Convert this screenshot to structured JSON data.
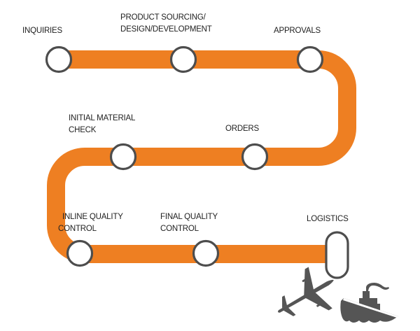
{
  "title": "Process flow",
  "colors": {
    "track": "#EE7F22",
    "station_stroke": "#4D4D4D",
    "station_fill": "#FFFFFF",
    "label": "#222222",
    "icon": "#555555"
  },
  "steps": [
    {
      "id": "inquiries",
      "lines": [
        "INQUIRIES"
      ]
    },
    {
      "id": "product-sourcing",
      "lines": [
        "PRODUCT SOURCING/",
        "DESIGN/DEVELOPMENT"
      ]
    },
    {
      "id": "approvals",
      "lines": [
        "APPROVALS"
      ]
    },
    {
      "id": "orders",
      "lines": [
        "ORDERS"
      ]
    },
    {
      "id": "initial-material-check",
      "lines": [
        "INITIAL MATERIAL",
        "CHECK"
      ]
    },
    {
      "id": "inline-quality-control",
      "lines": [
        "INLINE QUALITY",
        "CONTROL"
      ]
    },
    {
      "id": "final-quality-control",
      "lines": [
        "FINAL QUALITY",
        "CONTROL"
      ]
    },
    {
      "id": "logistics",
      "lines": [
        "LOGISTICS"
      ]
    }
  ],
  "icons": [
    "airplane-icon",
    "ship-icon"
  ]
}
